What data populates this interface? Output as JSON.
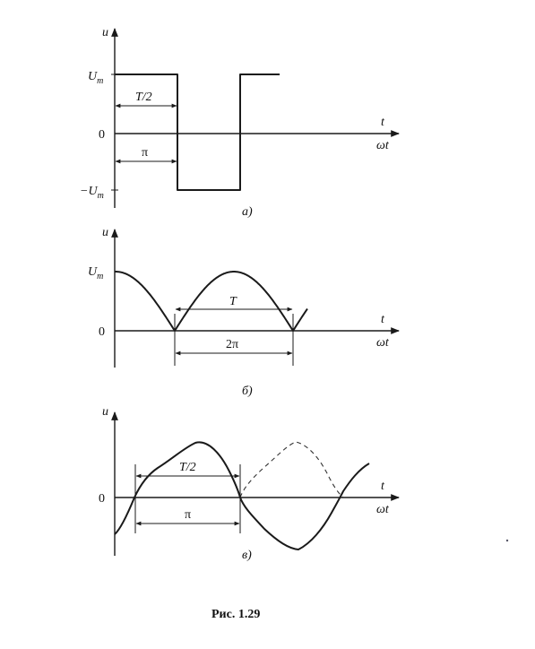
{
  "panel_a": {
    "y_axis": "u",
    "t_axis": "t",
    "omega_axis": "ωt",
    "amp_pos": "U",
    "amp_neg": "−U",
    "amp_sub": "m",
    "zero": "0",
    "half_period": "T/2",
    "pi": "π",
    "caption": "а)"
  },
  "panel_b": {
    "y_axis": "u",
    "t_axis": "t",
    "omega_axis": "ωt",
    "amp_pos": "U",
    "amp_sub": "m",
    "zero": "0",
    "period": "T",
    "two_pi": "2π",
    "caption": "б)"
  },
  "panel_c": {
    "y_axis": "u",
    "t_axis": "t",
    "omega_axis": "ωt",
    "zero": "0",
    "half_period": "T/2",
    "pi": "π",
    "caption": "в)"
  },
  "figure_caption": "Рис. 1.29"
}
